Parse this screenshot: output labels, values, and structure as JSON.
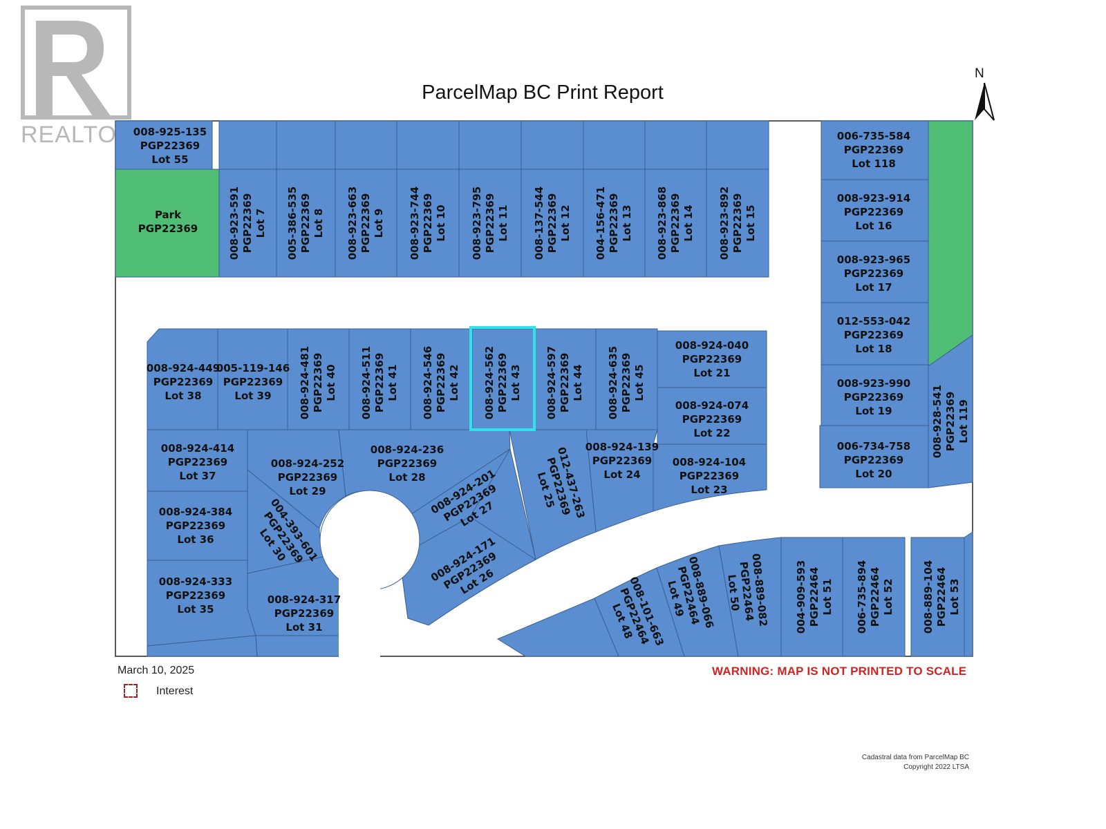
{
  "header": {
    "title": "ParcelMap BC Print Report",
    "north_label": "N",
    "watermark": "REALTOR"
  },
  "footer": {
    "date": "March 10, 2025",
    "legend_label": "Interest",
    "warning": "WARNING: MAP IS NOT PRINTED TO SCALE",
    "credit_line1": "Cadastral data from ParcelMap BC",
    "credit_line2": "Copyright 2022 LTSA"
  },
  "colors": {
    "parcel": "#5b8ed0",
    "park": "#4fbd73",
    "highlight": "#2ee4e8",
    "road": "#ffffff",
    "warning": "#d32222"
  },
  "parcels": {
    "lot55": {
      "pid": "008-925-135",
      "plan": "PGP22369",
      "lot": "Lot 55"
    },
    "park": {
      "pid": "Park",
      "plan": "PGP22369"
    },
    "lot7": {
      "pid": "008-923-591",
      "plan": "PGP22369",
      "lot": "Lot 7"
    },
    "lot8": {
      "pid": "005-386-535",
      "plan": "PGP22369",
      "lot": "Lot 8"
    },
    "lot9": {
      "pid": "008-923-663",
      "plan": "PGP22369",
      "lot": "Lot 9"
    },
    "lot10": {
      "pid": "008-923-744",
      "plan": "PGP22369",
      "lot": "Lot 10"
    },
    "lot11": {
      "pid": "008-923-795",
      "plan": "PGP22369",
      "lot": "Lot 11"
    },
    "lot12": {
      "pid": "008-137-544",
      "plan": "PGP22369",
      "lot": "Lot 12"
    },
    "lot13": {
      "pid": "004-156-471",
      "plan": "PGP22369",
      "lot": "Lot 13"
    },
    "lot14": {
      "pid": "008-923-868",
      "plan": "PGP22369",
      "lot": "Lot 14"
    },
    "lot15": {
      "pid": "008-923-892",
      "plan": "PGP22369",
      "lot": "Lot 15"
    },
    "lot118": {
      "pid": "006-735-584",
      "plan": "PGP22369",
      "lot": "Lot 118"
    },
    "lot16": {
      "pid": "008-923-914",
      "plan": "PGP22369",
      "lot": "Lot 16"
    },
    "lot17": {
      "pid": "008-923-965",
      "plan": "PGP22369",
      "lot": "Lot 17"
    },
    "lot18": {
      "pid": "012-553-042",
      "plan": "PGP22369",
      "lot": "Lot 18"
    },
    "lot19": {
      "pid": "008-923-990",
      "plan": "PGP22369",
      "lot": "Lot 19"
    },
    "lot20": {
      "pid": "006-734-758",
      "plan": "PGP22369",
      "lot": "Lot 20"
    },
    "lot119": {
      "pid": "008-928-541",
      "plan": "PGP22369",
      "lot": "Lot 119"
    },
    "lot38": {
      "pid": "008-924-449",
      "plan": "PGP22369",
      "lot": "Lot 38"
    },
    "lot39": {
      "pid": "005-119-146",
      "plan": "PGP22369",
      "lot": "Lot 39"
    },
    "lot40": {
      "pid": "008-924-481",
      "plan": "PGP22369",
      "lot": "Lot 40"
    },
    "lot41": {
      "pid": "008-924-511",
      "plan": "PGP22369",
      "lot": "Lot 41"
    },
    "lot42": {
      "pid": "008-924-546",
      "plan": "PGP22369",
      "lot": "Lot 42"
    },
    "lot43": {
      "pid": "008-924-562",
      "plan": "PGP22369",
      "lot": "Lot 43"
    },
    "lot44": {
      "pid": "008-924-597",
      "plan": "PGP22369",
      "lot": "Lot 44"
    },
    "lot45": {
      "pid": "008-924-635",
      "plan": "PGP22369",
      "lot": "Lot 45"
    },
    "lot21": {
      "pid": "008-924-040",
      "plan": "PGP22369",
      "lot": "Lot 21"
    },
    "lot22": {
      "pid": "008-924-074",
      "plan": "PGP22369",
      "lot": "Lot 22"
    },
    "lot23": {
      "pid": "008-924-104",
      "plan": "PGP22369",
      "lot": "Lot 23"
    },
    "lot24": {
      "pid": "008-924-139",
      "plan": "PGP22369",
      "lot": "Lot 24"
    },
    "lot25": {
      "pid": "012-437-263",
      "plan": "PGP22369",
      "lot": "Lot 25"
    },
    "lot37": {
      "pid": "008-924-414",
      "plan": "PGP22369",
      "lot": "Lot 37"
    },
    "lot29": {
      "pid": "008-924-252",
      "plan": "PGP22369",
      "lot": "Lot 29"
    },
    "lot28": {
      "pid": "008-924-236",
      "plan": "PGP22369",
      "lot": "Lot 28"
    },
    "lot27": {
      "pid": "008-924-201",
      "plan": "PGP22369",
      "lot": "Lot 27"
    },
    "lot36": {
      "pid": "008-924-384",
      "plan": "PGP22369",
      "lot": "Lot 36"
    },
    "lot30": {
      "pid": "004-393-601",
      "plan": "PGP22369",
      "lot": "Lot 30"
    },
    "lot26": {
      "pid": "008-924-171",
      "plan": "PGP22369",
      "lot": "Lot 26"
    },
    "lot35": {
      "pid": "008-924-333",
      "plan": "PGP22369",
      "lot": "Lot 35"
    },
    "lot31": {
      "pid": "008-924-317",
      "plan": "PGP22369",
      "lot": "Lot 31"
    },
    "lot48": {
      "pid": "008-101-663",
      "plan": "PGP22464",
      "lot": "Lot 48"
    },
    "lot49": {
      "pid": "008-889-066",
      "plan": "PGP22464",
      "lot": "Lot 49"
    },
    "lot50": {
      "pid": "008-889-082",
      "plan": "PGP22464",
      "lot": "Lot 50"
    },
    "lot51": {
      "pid": "004-909-593",
      "plan": "PGP22464",
      "lot": "Lot 51"
    },
    "lot52": {
      "pid": "006-735-894",
      "plan": "PGP22464",
      "lot": "Lot 52"
    },
    "lot53": {
      "pid": "008-889-104",
      "plan": "PGP22464",
      "lot": "Lot 53"
    }
  }
}
